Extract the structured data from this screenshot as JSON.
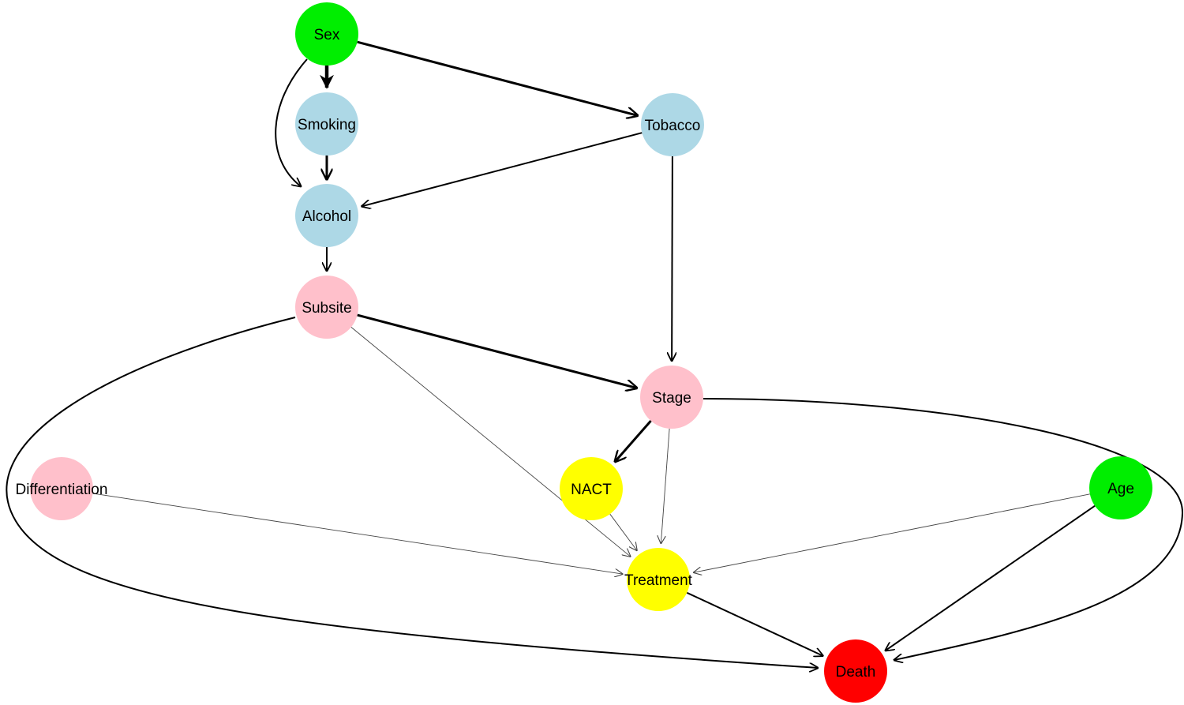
{
  "diagram": {
    "type": "directed-acyclic-graph",
    "nodes": [
      {
        "id": "sex",
        "label": "Sex",
        "color": "#00ee00"
      },
      {
        "id": "smoking",
        "label": "Smoking",
        "color": "#add8e6"
      },
      {
        "id": "tobacco",
        "label": "Tobacco",
        "color": "#add8e6"
      },
      {
        "id": "alcohol",
        "label": "Alcohol",
        "color": "#add8e6"
      },
      {
        "id": "subsite",
        "label": "Subsite",
        "color": "#ffc0cb"
      },
      {
        "id": "stage",
        "label": "Stage",
        "color": "#ffc0cb"
      },
      {
        "id": "differentiation",
        "label": "Differentiation",
        "color": "#ffc0cb"
      },
      {
        "id": "nact",
        "label": "NACT",
        "color": "#ffff00"
      },
      {
        "id": "age",
        "label": "Age",
        "color": "#00ee00"
      },
      {
        "id": "treatment",
        "label": "Treatment",
        "color": "#ffff00"
      },
      {
        "id": "death",
        "label": "Death",
        "color": "#ff0000"
      }
    ],
    "edges": [
      {
        "from": "sex",
        "to": "smoking",
        "strength": "strong"
      },
      {
        "from": "sex",
        "to": "tobacco",
        "strength": "medium"
      },
      {
        "from": "sex",
        "to": "alcohol",
        "strength": "normal"
      },
      {
        "from": "smoking",
        "to": "alcohol",
        "strength": "medium"
      },
      {
        "from": "tobacco",
        "to": "alcohol",
        "strength": "normal"
      },
      {
        "from": "tobacco",
        "to": "stage",
        "strength": "normal"
      },
      {
        "from": "alcohol",
        "to": "subsite",
        "strength": "normal"
      },
      {
        "from": "subsite",
        "to": "stage",
        "strength": "medium"
      },
      {
        "from": "subsite",
        "to": "treatment",
        "strength": "weak"
      },
      {
        "from": "subsite",
        "to": "death",
        "strength": "normal"
      },
      {
        "from": "stage",
        "to": "nact",
        "strength": "medium"
      },
      {
        "from": "stage",
        "to": "treatment",
        "strength": "weak"
      },
      {
        "from": "stage",
        "to": "death",
        "strength": "normal"
      },
      {
        "from": "differentiation",
        "to": "treatment",
        "strength": "weak"
      },
      {
        "from": "nact",
        "to": "treatment",
        "strength": "weak"
      },
      {
        "from": "age",
        "to": "treatment",
        "strength": "weak"
      },
      {
        "from": "age",
        "to": "death",
        "strength": "normal"
      },
      {
        "from": "treatment",
        "to": "death",
        "strength": "normal"
      }
    ]
  }
}
